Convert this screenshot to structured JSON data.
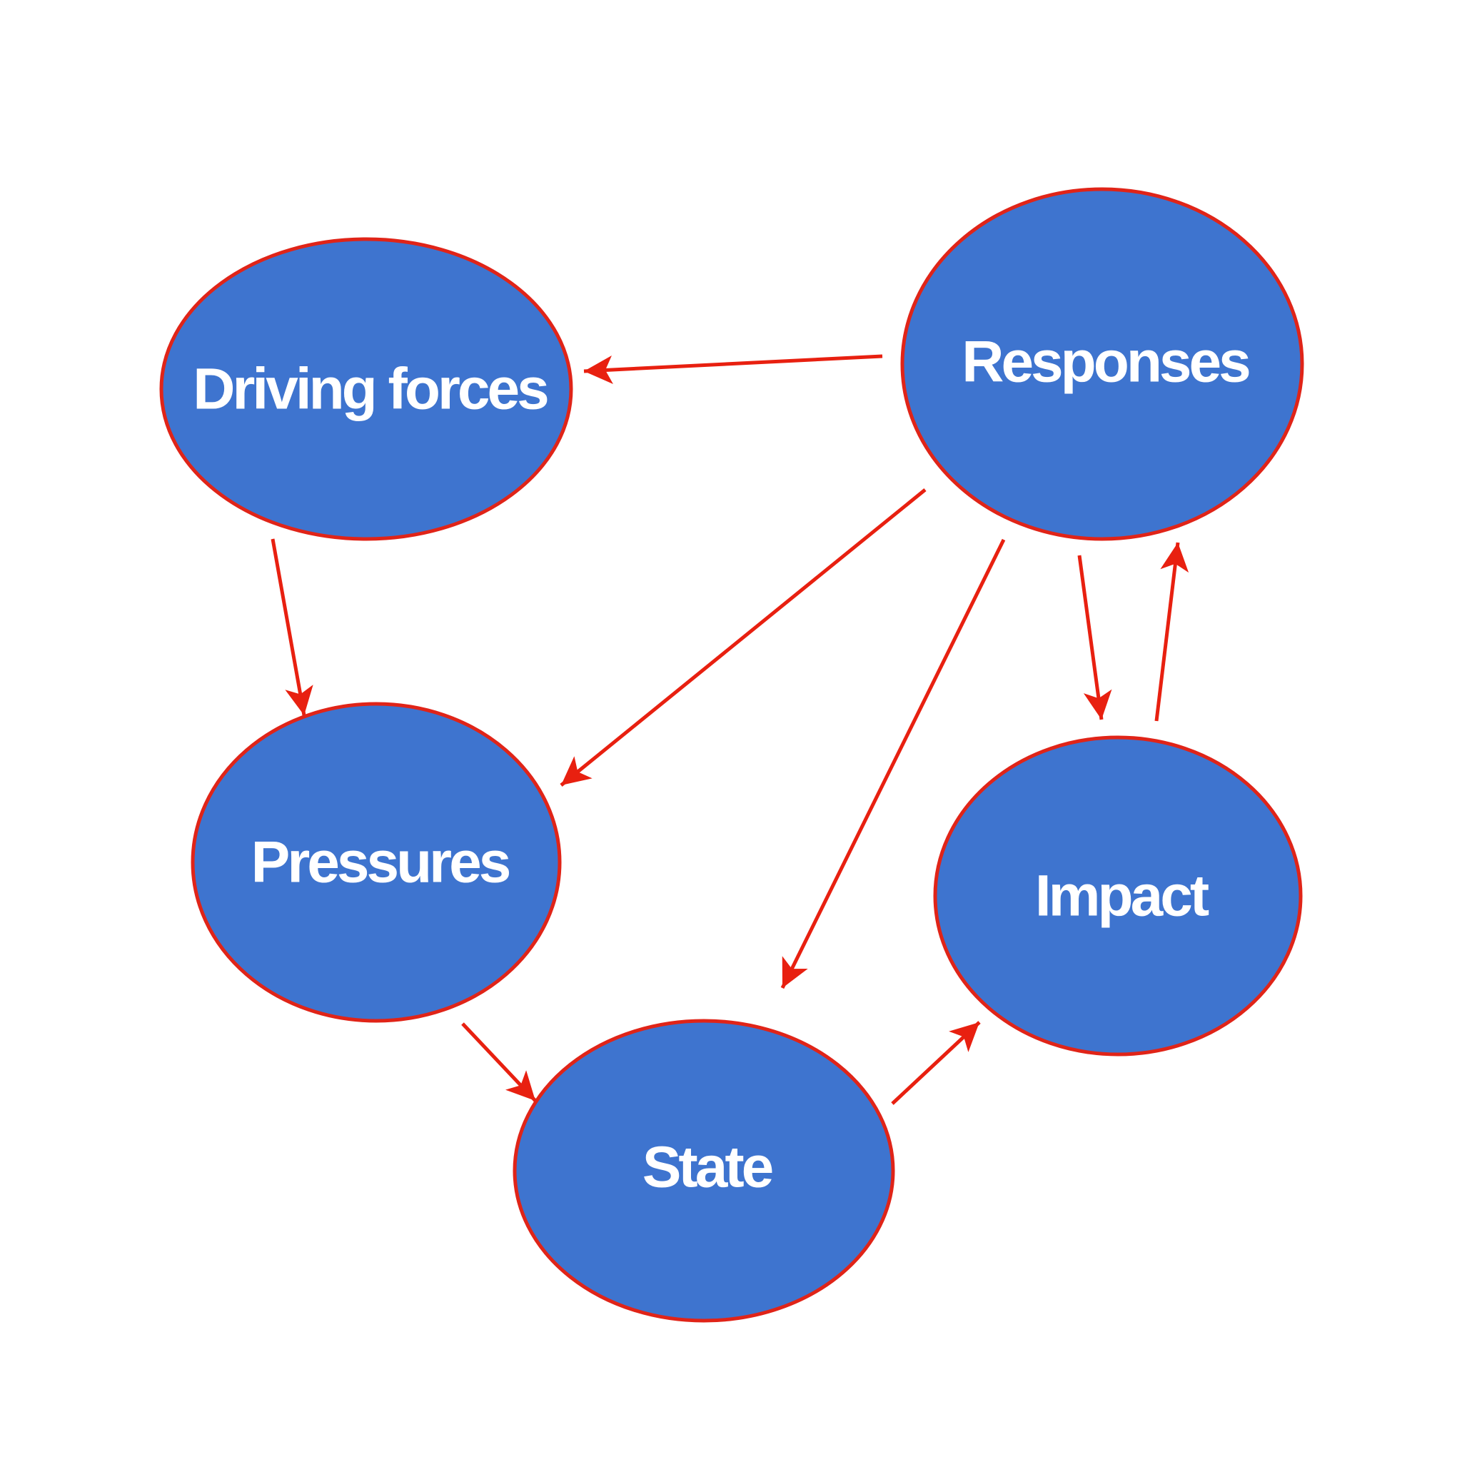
{
  "colors": {
    "background": "#ffffff",
    "node_fill": "#3e74cf",
    "node_stroke": "#e02418",
    "arrow": "#e82010",
    "label": "#ffffff"
  },
  "nodes": {
    "driving": {
      "label": "Driving forces"
    },
    "pressures": {
      "label": "Pressures"
    },
    "state": {
      "label": "State"
    },
    "impact": {
      "label": "Impact"
    },
    "responses": {
      "label": "Responses"
    }
  },
  "edges": [
    {
      "from": "responses",
      "to": "driving"
    },
    {
      "from": "responses",
      "to": "pressures"
    },
    {
      "from": "responses",
      "to": "state"
    },
    {
      "from": "responses",
      "to": "impact"
    },
    {
      "from": "impact",
      "to": "responses"
    },
    {
      "from": "driving",
      "to": "pressures"
    },
    {
      "from": "pressures",
      "to": "state"
    },
    {
      "from": "state",
      "to": "impact"
    }
  ]
}
